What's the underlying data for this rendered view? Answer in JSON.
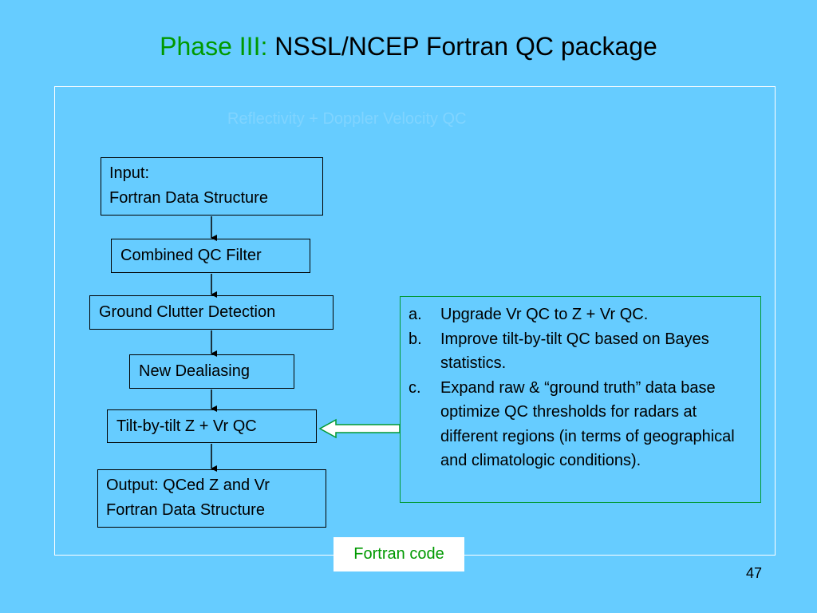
{
  "title": {
    "phase": "Phase III:",
    "text": "NSSL/NCEP Fortran QC package"
  },
  "faint_heading": "Reflectivity + Doppler Velocity QC",
  "flow": {
    "input": {
      "line1": "Input:",
      "line2": "Fortran Data Structure"
    },
    "combined_qc": "Combined QC Filter",
    "ground_clutter": "Ground Clutter Detection",
    "dealiasing": "New Dealiasing",
    "tilt_qc": "Tilt-by-tilt Z + Vr QC",
    "output": {
      "line1": "Output: QCed Z and Vr",
      "line2": "Fortran Data Structure"
    }
  },
  "notes": [
    {
      "marker": "a.",
      "text": "Upgrade Vr QC to Z + Vr QC."
    },
    {
      "marker": "b.",
      "text": "Improve tilt-by-tilt QC based on Bayes statistics."
    },
    {
      "marker": "c.",
      "text": "Expand raw & “ground truth” data base optimize QC thresholds for radars at different regions (in terms of geographical and climatologic conditions)."
    }
  ],
  "footer_label": "Fortran code",
  "page_number": "47",
  "colors": {
    "background": "#66ccff",
    "accent_green": "#009900",
    "notes_border": "#009933"
  }
}
